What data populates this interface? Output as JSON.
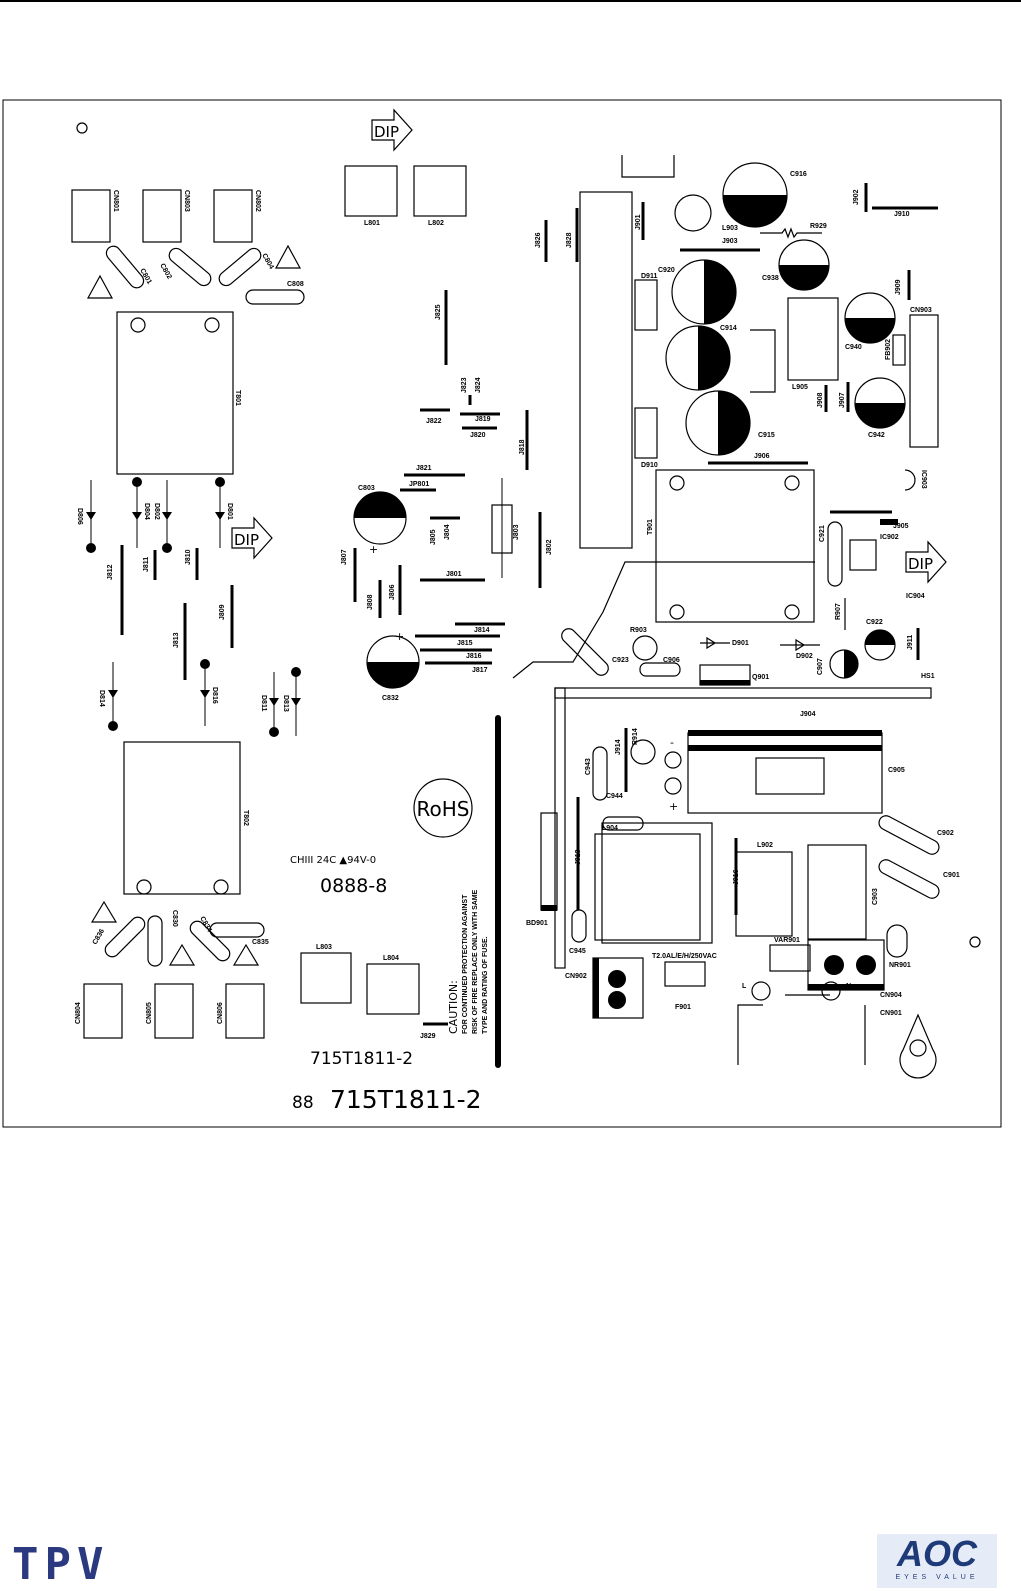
{
  "board": {
    "part_number": "715T1811-2",
    "part_number_bottom": "715T1811-2",
    "prefix": "88",
    "date_code": "0888-8",
    "cert_text": "CHIII 24C ▲94V-0",
    "rohs": "RoHS",
    "dip": "DIP",
    "fuse_rating": "T2.0AL/E/H/250VAC",
    "caution_title": "CAUTION:",
    "caution_lines": [
      "FOR CONTINUED PROTECTION AGAINST",
      "RISK OF FIRE REPLACE ONLY WITH SAME",
      "TYPE AND RATING OF FUSE."
    ],
    "line_l": "L",
    "line_n": "N",
    "plus": "+",
    "minus": "-"
  },
  "labels": {
    "CN801": "CN801",
    "CN803": "CN803",
    "CN802": "CN802",
    "C801": "C801",
    "C802": "C802",
    "C804": "C804",
    "C808": "C808",
    "T801": "T801",
    "D806": "D806",
    "D804": "D804",
    "D802": "D802",
    "D801": "D801",
    "J811": "J811",
    "J810": "J810",
    "J812": "J812",
    "J813": "J813",
    "J809": "J809",
    "D814": "D814",
    "D816": "D816",
    "D811": "D811",
    "D813": "D813",
    "T802": "T802",
    "C836": "C836",
    "C830": "C830",
    "C834": "C834",
    "C835": "C835",
    "CN804": "CN804",
    "CN805": "CN805",
    "CN806": "CN806",
    "L801": "L801",
    "L802": "L802",
    "L803": "L803",
    "L804": "L804",
    "J829": "J829",
    "J825": "J825",
    "J826": "J826",
    "J828": "J828",
    "J823": "J823",
    "J824": "J824",
    "J822": "J822",
    "J819": "J819",
    "J820": "J820",
    "J818": "J818",
    "J821": "J821",
    "JP801": "JP801",
    "C803": "C803",
    "J807": "J807",
    "J805": "J805",
    "J804": "J804",
    "J803": "J803",
    "J802": "J802",
    "J801": "J801",
    "J808": "J808",
    "J806": "J806",
    "J814": "J814",
    "J815": "J815",
    "J816": "J816",
    "J817": "J817",
    "C832": "C832",
    "J901": "J901",
    "L903": "L903",
    "J903": "J903",
    "C916": "C916",
    "R929": "R929",
    "J902": "J902",
    "J910": "J910",
    "C938": "C938",
    "J909": "J909",
    "CN903": "CN903",
    "D911": "D911",
    "C920": "C920",
    "C914": "C914",
    "L905": "L905",
    "C940": "C940",
    "FB902": "FB902",
    "J908": "J908",
    "J907": "J907",
    "C942": "C942",
    "C915": "C915",
    "D910": "D910",
    "J906": "J906",
    "IC903": "IC903",
    "T901": "T901",
    "C921": "C921",
    "J905": "J905",
    "IC902": "IC902",
    "IC904": "IC904",
    "R907": "R907",
    "C922": "C922",
    "J911": "J911",
    "HS1": "HS1",
    "R903": "R903",
    "C906": "C906",
    "D901": "D901",
    "D902": "D902",
    "C907": "C907",
    "C923": "C923",
    "Q901": "Q901",
    "J904": "J904",
    "R914": "R914",
    "J914": "J914",
    "C943": "C943",
    "C905": "C905",
    "C944": "C944",
    "L904": "L904",
    "C902": "C902",
    "L902": "L902",
    "C901": "C901",
    "J913": "J913",
    "J916": "J916",
    "C903": "C903",
    "BD901": "BD901",
    "C945": "C945",
    "VAR901": "VAR901",
    "CN902": "CN902",
    "F901": "F901",
    "CN904": "CN904",
    "NR901": "NR901",
    "CN901": "CN901"
  },
  "logos": {
    "left": "TPV",
    "right": "AOC",
    "right_tagline": "EYES VALUE",
    "brand_color": "#2b3a80"
  }
}
